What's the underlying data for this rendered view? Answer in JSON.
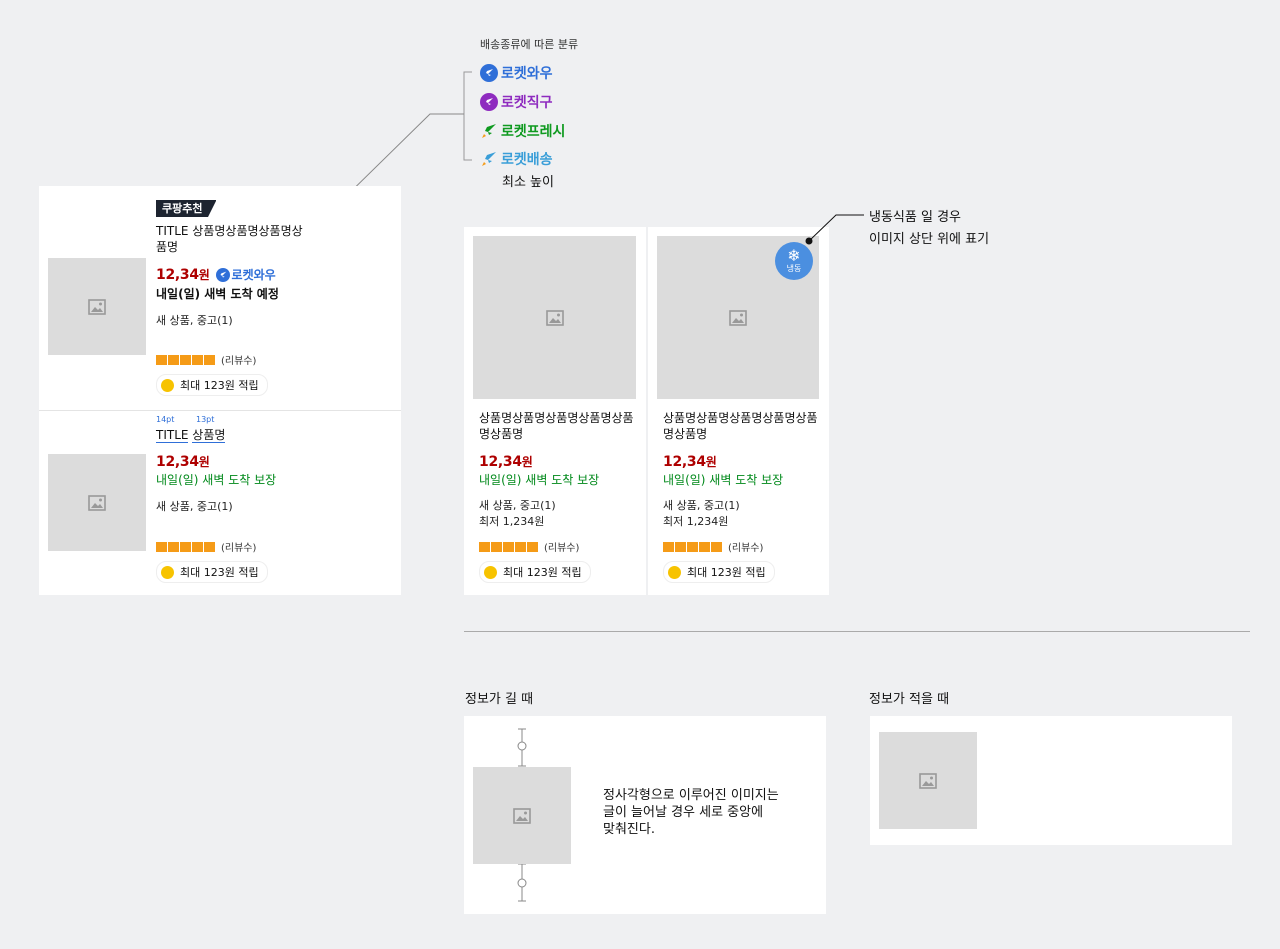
{
  "legend": {
    "heading": "배송종류에 따른 분류",
    "items": [
      {
        "label": "로켓와우",
        "color": "#2f6fd8",
        "icon": "rocket-icon"
      },
      {
        "label": "로켓직구",
        "color": "#8e2bbf",
        "icon": "rocket-icon"
      },
      {
        "label": "로켓프레시",
        "color": "#0f9a20",
        "icon": "rocket-icon"
      },
      {
        "label": "로켓배송",
        "color": "#3a9ed8",
        "icon": "rocket-icon"
      }
    ],
    "min_height_label": "최소 높이"
  },
  "list_card_1": {
    "badge": "쿠팡추천",
    "title": "TITLE 상품명상품명상품명상품명",
    "price": "12,34",
    "won": "원",
    "rocket": "로켓와우",
    "arrival": "내일(일) 새벽 도착 예정",
    "condition": "새 상품, 중고(1)",
    "reviews": "(리뷰수)",
    "reward": "최대  123원 적립"
  },
  "list_card_2": {
    "pt_title": "14pt",
    "pt_name": "13pt",
    "title_word": "TITLE",
    "name_word": "상품명",
    "price": "12,34",
    "won": "원",
    "arrival": "내일(일) 새벽 도착 보장",
    "condition": "새 상품, 중고(1)",
    "reviews": "(리뷰수)",
    "reward": "최대  123원 적립"
  },
  "grid_card_1": {
    "title": "상품명상품명상품명상품명상품명상품명",
    "price": "12,34",
    "won": "원",
    "arrival": "내일(일) 새벽 도착 보장",
    "condition": "새 상품, 중고(1)",
    "lowest": "최저 1,234원",
    "reviews": "(리뷰수)",
    "reward": "최대  123원 적립"
  },
  "grid_card_2": {
    "title": "상품명상품명상품명상품명상품명상품명",
    "price": "12,34",
    "won": "원",
    "arrival": "내일(일) 새벽 도착 보장",
    "condition": "새 상품, 중고(1)",
    "lowest": "최저 1,234원",
    "reviews": "(리뷰수)",
    "reward": "최대  123원 적립",
    "frozen_badge": "냉동"
  },
  "frozen_note": {
    "line1": "냉동식품 일 경우",
    "line2": "이미지 상단 위에 표기"
  },
  "long_info": {
    "heading": "정보가 길 때",
    "line1": "정사각형으로 이루어진 이미지는",
    "line2": "글이 늘어날 경우 세로 중앙에",
    "line3": "맞춰진다."
  },
  "short_info": {
    "heading": "정보가 적을 때"
  },
  "colors": {
    "price": "#ae0000",
    "arrival_green": "#00891a",
    "star": "#f59b17",
    "coin": "#f7c300",
    "frozen": "#4b8fe0"
  }
}
